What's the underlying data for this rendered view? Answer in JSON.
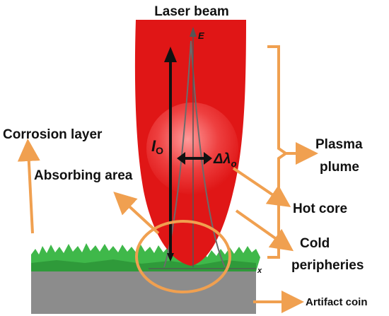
{
  "labels": {
    "laser_beam": "Laser beam",
    "e_axis": "E",
    "x_axis": "x",
    "intensity_symbol": "I",
    "intensity_subscript": "O",
    "linewidth_symbol": "Δλ",
    "linewidth_subscript": "o",
    "corrosion_layer": "Corrosion layer",
    "absorbing_area": "Absorbing area",
    "plasma_plume_line1": "Plasma",
    "plasma_plume_line2": "plume",
    "hot_core": "Hot core",
    "cold_peripheries_line1": "Cold",
    "cold_peripheries_line2": "peripheries",
    "artifact_coin": "Artifact  coin"
  },
  "colors": {
    "plume": "#e01616",
    "hot_core": "#f25a5a",
    "arrow_orange": "#f0a050",
    "grass": "#3fb84a",
    "coin": "#8c8c8c",
    "profile_line": "#6b6b6b"
  }
}
